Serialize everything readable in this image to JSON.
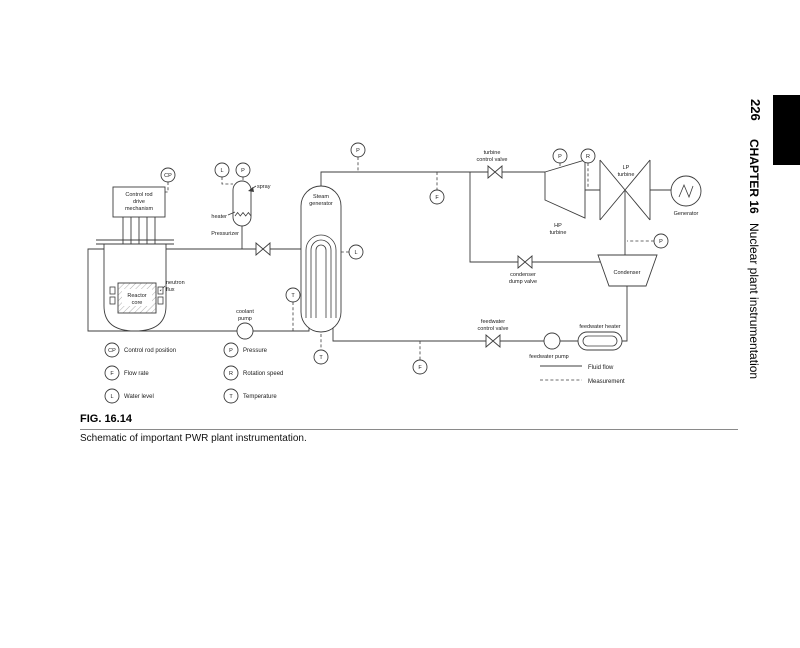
{
  "page": {
    "number": "226",
    "chapter": "CHAPTER 16",
    "chapter_title": "Nuclear plant instrumentation",
    "figure_label": "FIG. 16.14",
    "caption": "Schematic of important PWR plant instrumentation."
  },
  "diagram": {
    "labels": {
      "control_rod_drive": [
        "Control rod",
        "drive",
        "mechanism"
      ],
      "reactor_core": [
        "Reactor",
        "core"
      ],
      "neutron_flux": [
        "neutron",
        "flux"
      ],
      "pressurizer": "Pressurizer",
      "heater": "heater",
      "spray": "spray",
      "steam_generator": [
        "Steam",
        "generator"
      ],
      "coolant_pump": [
        "coolant",
        "pump"
      ],
      "turbine_control_valve": [
        "turbine",
        "control valve"
      ],
      "hp_turbine": [
        "HP",
        "turbine"
      ],
      "lp_turbine": [
        "LP",
        "turbine"
      ],
      "generator": "Generator",
      "condenser": "Condenser",
      "condenser_dump_valve": [
        "condenser",
        "dump valve"
      ],
      "feedwater_control_valve": [
        "feedwater",
        "control valve"
      ],
      "feedwater_heater": "feedwater heater",
      "feedwater_pump": "feedwater pump"
    },
    "instrument_symbols": {
      "cp": "CP",
      "f": "F",
      "l": "L",
      "p": "P",
      "r": "R",
      "t": "T"
    },
    "legend": {
      "items": [
        {
          "symbol": "CP",
          "label": "Control rod position"
        },
        {
          "symbol": "F",
          "label": "Flow rate"
        },
        {
          "symbol": "L",
          "label": "Water level"
        },
        {
          "symbol": "P",
          "label": "Pressure"
        },
        {
          "symbol": "R",
          "label": "Rotation speed"
        },
        {
          "symbol": "T",
          "label": "Temperature"
        }
      ],
      "fluid_flow": "Fluid flow",
      "measurement": "Measurement"
    }
  }
}
